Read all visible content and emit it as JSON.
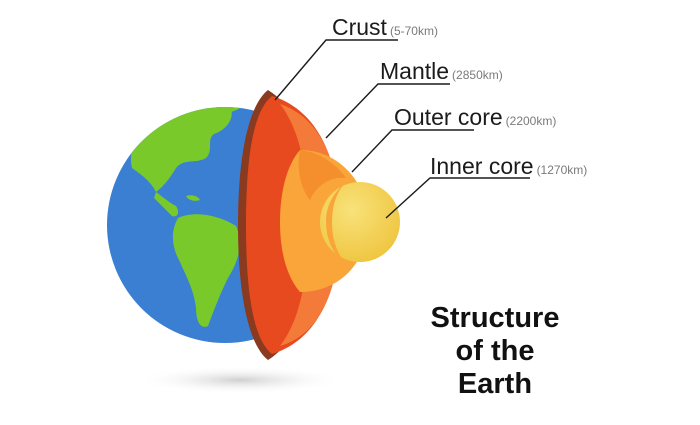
{
  "title_lines": [
    "Structure",
    "of the",
    "Earth"
  ],
  "layers": [
    {
      "name": "Crust",
      "depth": "(5-70km)"
    },
    {
      "name": "Mantle",
      "depth": "(2850km)"
    },
    {
      "name": "Outer core",
      "depth": "(2200km)"
    },
    {
      "name": "Inner core",
      "depth": "(1270km)"
    }
  ],
  "colors": {
    "ocean": "#3b7fd2",
    "land": "#79c92b",
    "crust": "#8a3a1e",
    "mantle_dark": "#e84a20",
    "mantle_light": "#f47a3a",
    "outer_core": "#f9a53a",
    "inner_core": "#f5d75a",
    "leader_line": "#1b1b1b",
    "shadow": "#d9d9d9"
  }
}
